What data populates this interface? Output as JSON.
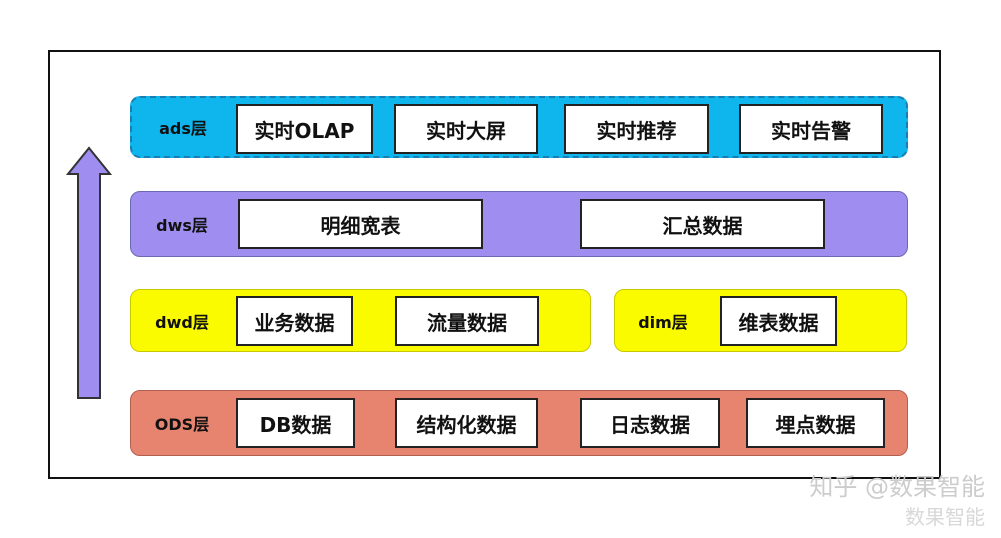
{
  "colors": {
    "ads": "#0fb6ee",
    "dws": "#9f8ef0",
    "dwd": "#fbfb00",
    "dim": "#fbfb00",
    "ods": "#e7846f",
    "arrow": "#9f8ef0"
  },
  "layers": {
    "ads": {
      "label": "ads层",
      "items": [
        "实时OLAP",
        "实时大屏",
        "实时推荐",
        "实时告警"
      ]
    },
    "dws": {
      "label": "dws层",
      "items": [
        "明细宽表",
        "汇总数据"
      ]
    },
    "dwd": {
      "label": "dwd层",
      "items": [
        "业务数据",
        "流量数据"
      ]
    },
    "dim": {
      "label": "dim层",
      "items": [
        "维表数据"
      ]
    },
    "ods": {
      "label": "ODS层",
      "items": [
        "DB数据",
        "结构化数据",
        "日志数据",
        "埋点数据"
      ]
    }
  },
  "watermark": {
    "line1": "知乎 @数果智能",
    "line2": "数果智能"
  }
}
